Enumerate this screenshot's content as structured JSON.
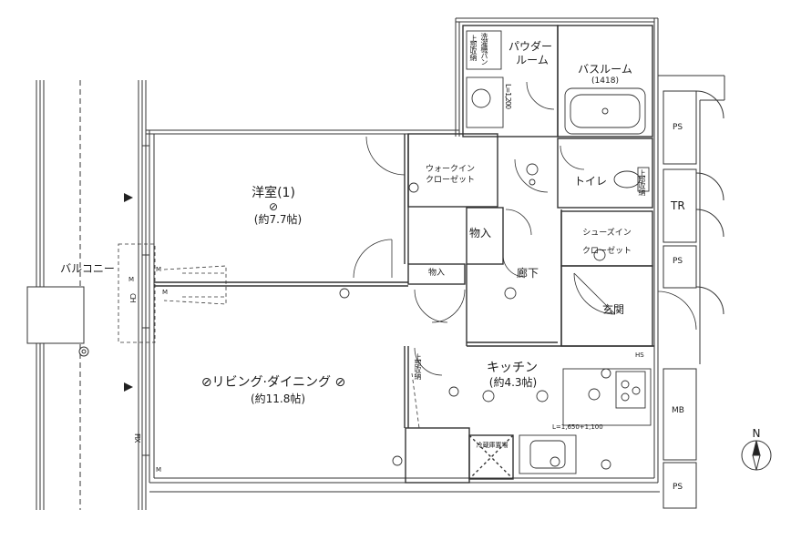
{
  "rooms": {
    "western_room": {
      "name": "洋室(1)",
      "symbol": "⊘",
      "size": "(約7.7帖)"
    },
    "living_dining": {
      "name": "⊘リビング·ダイニング ⊘",
      "size": "(約11.8帖)"
    },
    "kitchen": {
      "name": "キッチン",
      "size": "(約4.3帖)"
    },
    "walkin_closet": {
      "line1": "ウォークイン",
      "line2": "クローゼット"
    },
    "powder_room": {
      "line1": "パウダー",
      "line2": "ルーム"
    },
    "bathroom": {
      "name": "バスルーム",
      "size": "(1418)"
    },
    "toilet": {
      "name": "トイレ"
    },
    "shoes_closet": {
      "line1": "シューズイン",
      "line2": "クローゼット"
    },
    "storage_1": {
      "name": "物入"
    },
    "storage_2": {
      "name": "物入"
    },
    "hallway": {
      "name": "廊下"
    },
    "entrance": {
      "name": "玄関"
    },
    "balcony": {
      "name": "バルコニー"
    },
    "fridge": {
      "name": "冷蔵庫置場"
    }
  },
  "annotations": {
    "ps_1": "PS",
    "tr": "TR",
    "ps_2": "PS",
    "mb": "MB",
    "ps_3": "PS",
    "hs": "HS",
    "north": "N",
    "m_1": "M",
    "m_2": "M",
    "m_3": "M",
    "m_4": "M",
    "ch": "CH",
    "fix": "FIX",
    "counter_dim": "L=1,650+1,100",
    "vanity_dim": "L=1,200",
    "shelf_1": "上部収納",
    "shelf_2": "上部収納",
    "shelf_3": "上部収納",
    "washer": "洗濯機パン"
  }
}
